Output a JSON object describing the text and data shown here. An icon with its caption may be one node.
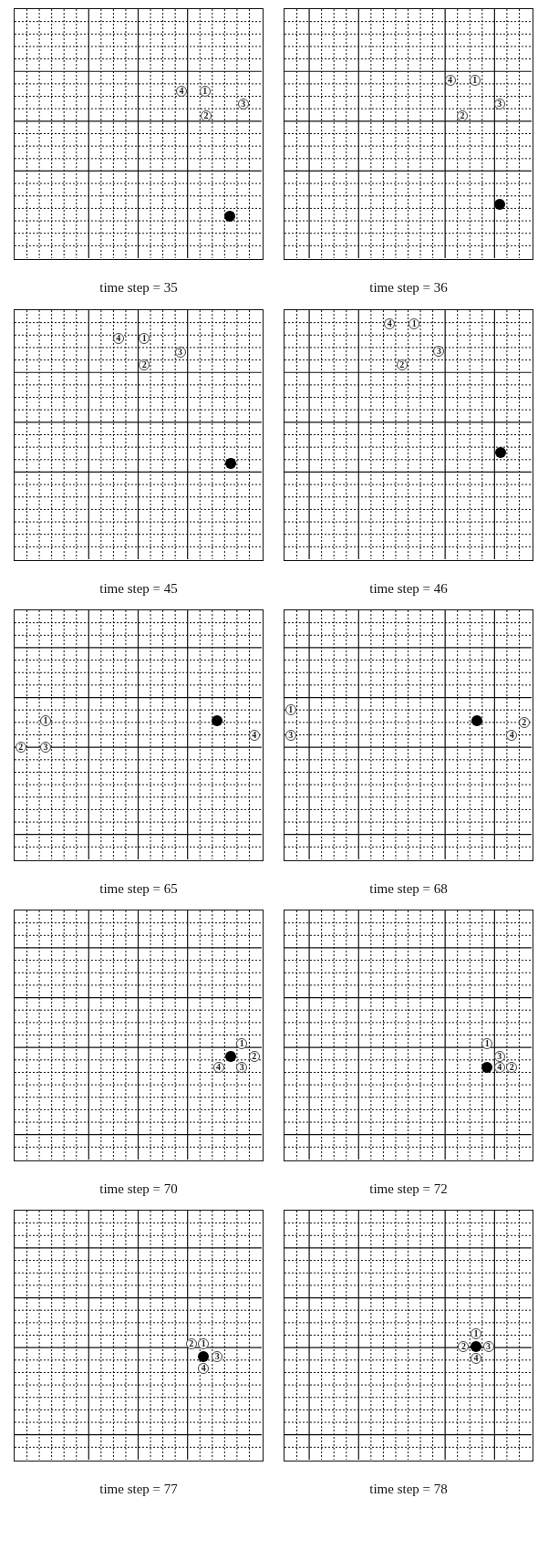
{
  "diagram": {
    "nodes": [
      {
        "text": [],
        "shape": "box",
        "beside": [
          "time step = 35"
        ]
      },
      {
        "text": [
          "4"
        ],
        "in": 0
      },
      {
        "text": [
          "1"
        ],
        "in": 0
      },
      {
        "text": [
          "3"
        ],
        "in": 0
      },
      {
        "text": [
          "2"
        ],
        "in": 0
      },
      {
        "text": [],
        "shape": "circle",
        "in": 0
      },
      {
        "text": [],
        "shape": "box",
        "beside": [
          "time step = 36"
        ]
      },
      {
        "text": [
          "4"
        ],
        "in": 6
      },
      {
        "text": [
          "1"
        ],
        "in": 6
      },
      {
        "text": [
          "3"
        ],
        "in": 6
      },
      {
        "text": [
          "2"
        ],
        "in": 6
      },
      {
        "text": [],
        "shape": "circle",
        "in": 6
      },
      {
        "text": [],
        "shape": "box",
        "beside": [
          "time step = 45"
        ]
      },
      {
        "text": [
          "4"
        ],
        "in": 12
      },
      {
        "text": [
          "1"
        ],
        "in": 12
      },
      {
        "text": [
          "3"
        ],
        "in": 12
      },
      {
        "text": [
          "2"
        ],
        "in": 12
      },
      {
        "text": [],
        "shape": "circle",
        "in": 12
      },
      {
        "text": [],
        "shape": "box",
        "beside": [
          "time step = 46"
        ]
      },
      {
        "text": [
          "4"
        ],
        "in": 18
      },
      {
        "text": [
          "1"
        ],
        "in": 18
      },
      {
        "text": [
          "3"
        ],
        "in": 18
      },
      {
        "text": [
          "2"
        ],
        "in": 18
      },
      {
        "text": [],
        "shape": "circle",
        "in": 18
      },
      {
        "text": [],
        "shape": "box",
        "beside": [
          "time step = 65"
        ]
      },
      {
        "text": [
          "1"
        ],
        "in": 24
      },
      {
        "text": [],
        "shape": "circle",
        "in": 24
      },
      {
        "text": [
          "4"
        ],
        "in": 24
      },
      {
        "text": [
          "2"
        ],
        "in": 24
      },
      {
        "text": [
          "3"
        ],
        "in": 24
      },
      {
        "text": [],
        "shape": "box",
        "beside": [
          "time step = 68"
        ]
      },
      {
        "text": [
          "1"
        ],
        "in": 30
      },
      {
        "text": [],
        "shape": "circle",
        "in": 30
      },
      {
        "text": [
          "2"
        ],
        "in": 30
      },
      {
        "text": [
          "4"
        ],
        "in": 30
      },
      {
        "text": [
          "3"
        ],
        "in": 30
      },
      {
        "text": [],
        "shape": "box",
        "beside": [
          "time step = 70"
        ]
      },
      {
        "text": [
          "1"
        ],
        "in": 36
      },
      {
        "text": [],
        "shape": "circle",
        "in": 36
      },
      {
        "text": [
          "2"
        ],
        "in": 36
      },
      {
        "text": [
          "4"
        ],
        "in": 36
      },
      {
        "text": [
          "3"
        ],
        "in": 36
      },
      {
        "text": [],
        "shape": "box",
        "beside": [
          "time step = 72"
        ]
      },
      {
        "text": [
          "1"
        ],
        "in": 42
      },
      {
        "text": [
          "3"
        ],
        "in": 42
      },
      {
        "text": [],
        "shape": "circle",
        "in": 42
      },
      {
        "text": [
          "4"
        ],
        "in": 42
      },
      {
        "text": [
          "2"
        ],
        "in": 42
      },
      {
        "text": [],
        "shape": "box",
        "beside": [
          "time step = 77"
        ]
      },
      {
        "text": [
          "2"
        ],
        "in": 48
      },
      {
        "text": [
          "1"
        ],
        "in": 48
      },
      {
        "text": [],
        "shape": "circle",
        "in": 48
      },
      {
        "text": [
          "3"
        ],
        "in": 48
      },
      {
        "text": [
          "4"
        ],
        "in": 48
      },
      {
        "text": [],
        "shape": "box",
        "beside": [
          "time step = 78"
        ]
      },
      {
        "text": [
          "1"
        ],
        "in": 54
      },
      {
        "text": [
          "2"
        ],
        "in": 54
      },
      {
        "text": [],
        "shape": "circle",
        "in": 54
      },
      {
        "text": [
          "3"
        ],
        "in": 54
      },
      {
        "text": [
          "4"
        ],
        "in": 54
      }
    ]
  }
}
